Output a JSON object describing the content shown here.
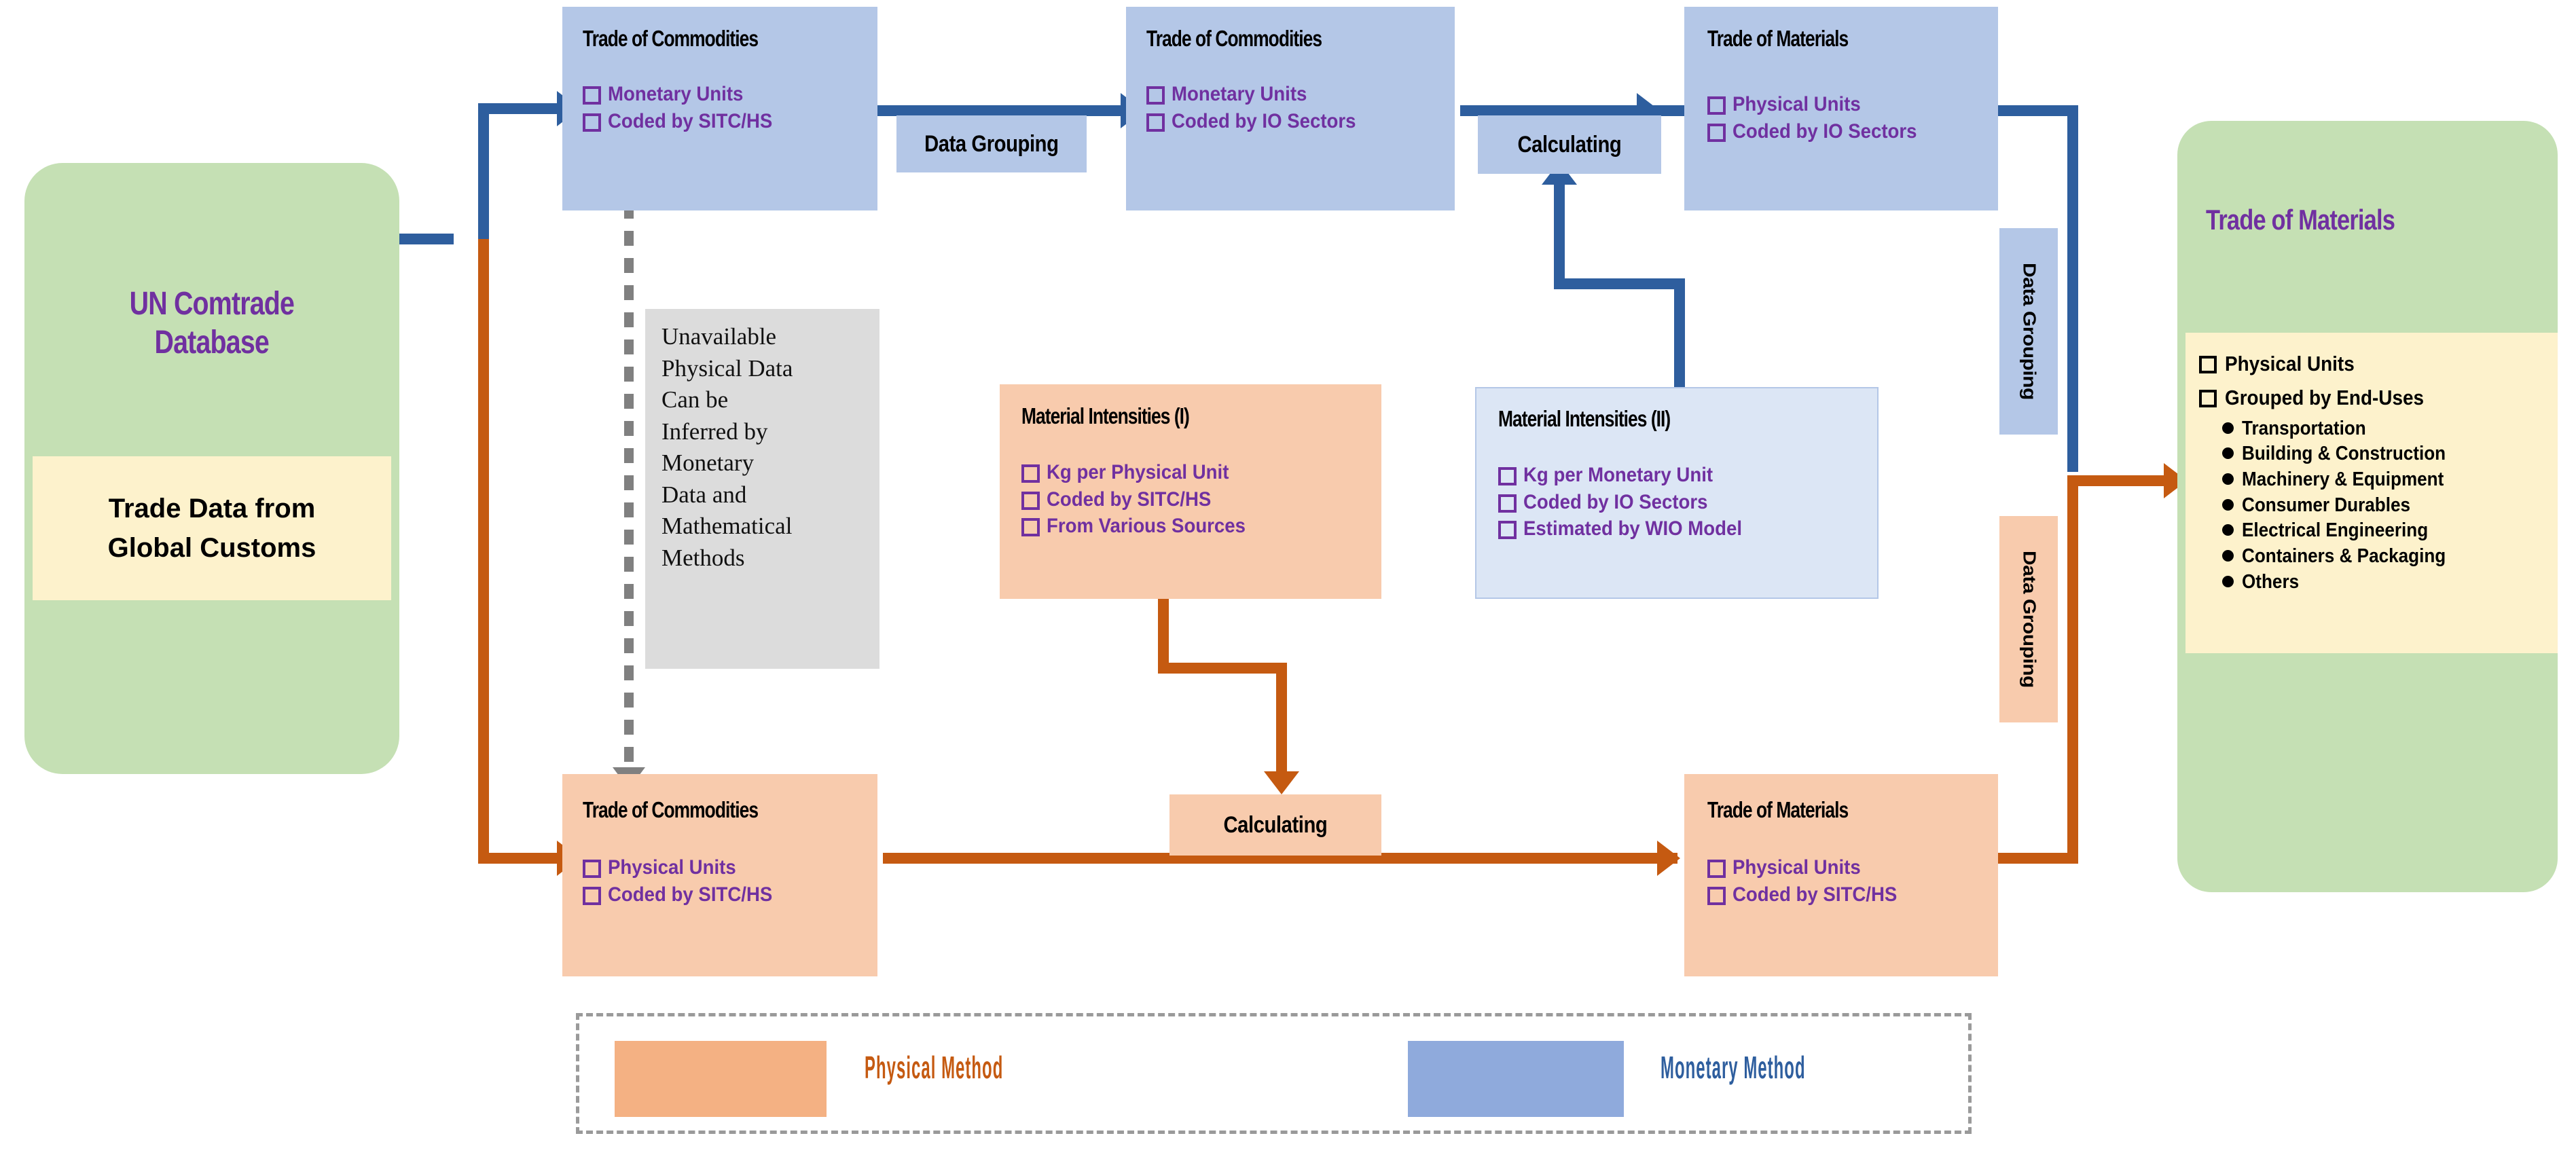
{
  "source": {
    "title": "UN Comtrade\nDatabase",
    "title_line1": "UN Comtrade",
    "title_line2": "Database",
    "sub_line1": "Trade Data from",
    "sub_line2": "Global Customs"
  },
  "monetary_path": {
    "commodities_sitc": {
      "title": "Trade of Commodities",
      "bullets": [
        "Monetary Units",
        "Coded by SITC/HS"
      ]
    },
    "data_grouping_label": "Data Grouping",
    "commodities_io": {
      "title": "Trade of Commodities",
      "bullets": [
        "Monetary Units",
        "Coded by IO Sectors"
      ]
    },
    "calculating_label": "Calculating",
    "materials_io": {
      "title": "Trade of Materials",
      "bullets": [
        "Physical Units",
        "Coded by IO Sectors"
      ]
    },
    "grouping_vertical_label": "Data Grouping"
  },
  "physical_path": {
    "commodities_phys": {
      "title": "Trade of Commodities",
      "bullets": [
        "Physical Units",
        "Coded by SITC/HS"
      ]
    },
    "calculating_label": "Calculating",
    "materials_phys": {
      "title": "Trade of Materials",
      "bullets": [
        "Physical Units",
        "Coded by SITC/HS"
      ]
    },
    "grouping_vertical_label": "Data Grouping"
  },
  "note": {
    "text": "Unavailable Physical Data Can be Inferred by Monetary Data and Mathematical Methods",
    "lines": [
      "Unavailable",
      "Physical Data",
      "Can be",
      "Inferred by",
      "Monetary",
      "Data and",
      "Mathematical",
      "Methods"
    ]
  },
  "intensities_1": {
    "title": "Material Intensities (I)",
    "bullets": [
      "Kg per Physical Unit",
      "Coded by SITC/HS",
      "From Various Sources"
    ]
  },
  "intensities_2": {
    "title": "Material Intensities (II)",
    "bullets": [
      "Kg per Monetary Unit",
      "Coded by IO Sectors",
      "Estimated by WIO Model"
    ]
  },
  "result_panel": {
    "title": "Trade of Materials",
    "keys": [
      "Physical Units",
      "Grouped by End-Uses"
    ],
    "end_uses": [
      "Transportation",
      "Building & Construction",
      "Machinery & Equipment",
      "Consumer Durables",
      "Electrical Engineering",
      "Containers & Packaging",
      "Others"
    ]
  },
  "legend": {
    "items": [
      {
        "label": "Physical Method",
        "swatch": "#f4b183",
        "text_color": "#c55a11"
      },
      {
        "label": "Monetary Method",
        "swatch": "#8faadc",
        "text_color": "#2e5e9e"
      }
    ]
  },
  "colors": {
    "monetary_blue": "#2e5e9e",
    "physical_orange": "#c55a11",
    "blue_fill": "#b4c7e7",
    "peach_fill": "#f8cbad",
    "green_fill": "#c5e0b4",
    "cream_fill": "#fdf2cc",
    "purple_text": "#7030a0",
    "gray_fill": "#dcdcdc",
    "gray_line": "#808080"
  }
}
